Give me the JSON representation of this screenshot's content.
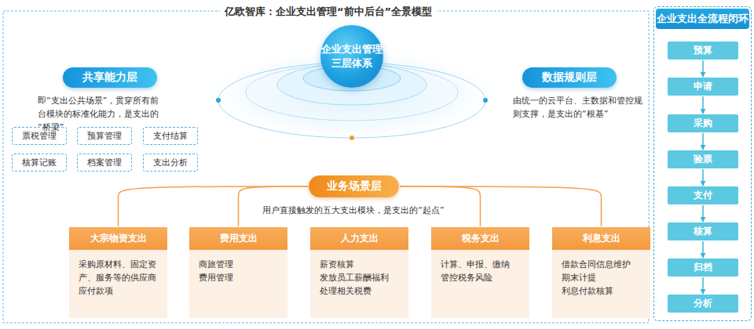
{
  "diagram": {
    "title": "亿欧智库：企业支出管理“前中后台”全景模型",
    "nodes": [
      {
        "text": [
          "企业支出管理 三层体系"
        ]
      },
      {
        "text": [
          "共享能力层"
        ]
      },
      {
        "text": [
          "数据规则层"
        ]
      },
      {
        "text": [
          "票税管理"
        ]
      },
      {
        "text": [
          "预算管理"
        ]
      },
      {
        "text": [
          "支付结算"
        ]
      },
      {
        "text": [
          "核算记账"
        ]
      },
      {
        "text": [
          "档案管理"
        ]
      },
      {
        "text": [
          "支出分析"
        ]
      },
      {
        "text": [
          "业务场景层"
        ]
      },
      {
        "text": [
          "大宗物资支出",
          "采购原材料、固定资产、服务等的供应商应付款项"
        ]
      },
      {
        "text": [
          "费用支出",
          "商旅管理",
          "费用管理"
        ]
      },
      {
        "text": [
          "人力支出",
          "薪资核算",
          "发放员工薪酬福利",
          "处理相关税费"
        ]
      },
      {
        "text": [
          "税务支出",
          "计算、申报、缴纳",
          "管控税务风险"
        ]
      },
      {
        "text": [
          "利息支出",
          "借款合同信息维护",
          "期末计提",
          "利息付款核算"
        ]
      },
      {
        "text": [
          "企业支出全流程闭环"
        ]
      },
      {
        "text": [
          "预算"
        ],
        "in": 15
      },
      {
        "text": [
          "申请"
        ],
        "in": 15
      },
      {
        "text": [
          "采购"
        ],
        "in": 15
      },
      {
        "text": [
          "验票"
        ],
        "in": 15
      },
      {
        "text": [
          "支付"
        ],
        "in": 15
      },
      {
        "text": [
          "核算"
        ],
        "in": 15
      },
      {
        "text": [
          "归档"
        ],
        "in": 15
      },
      {
        "text": [
          "分析"
        ],
        "in": 15
      }
    ],
    "edges": [
      {
        "from": 9,
        "to": 10,
        "arrow": "none"
      },
      {
        "from": 9,
        "to": 11,
        "arrow": "none"
      },
      {
        "from": 9,
        "to": 13,
        "arrow": "none"
      },
      {
        "from": 9,
        "to": 14,
        "arrow": "none"
      },
      {
        "from": 16,
        "to": 17,
        "arrow": "to"
      },
      {
        "from": 17,
        "to": 18,
        "arrow": "to"
      },
      {
        "from": 18,
        "to": 19,
        "arrow": "to"
      },
      {
        "from": 19,
        "to": 20,
        "arrow": "to"
      },
      {
        "from": 20,
        "to": 21,
        "arrow": "to"
      },
      {
        "from": 21,
        "to": 22,
        "arrow": "to"
      },
      {
        "from": 22,
        "to": 23,
        "arrow": "to"
      }
    ],
    "labels": [
      "即“支出公共场景”，贯穿所有前台模块的标准化能力，是支出的“桥梁”",
      "由统一的云平台、主数据和管控规则支撑，是支出的“根基”",
      "用户直接触发的五大支出模块，是支出的“起点”"
    ]
  }
}
